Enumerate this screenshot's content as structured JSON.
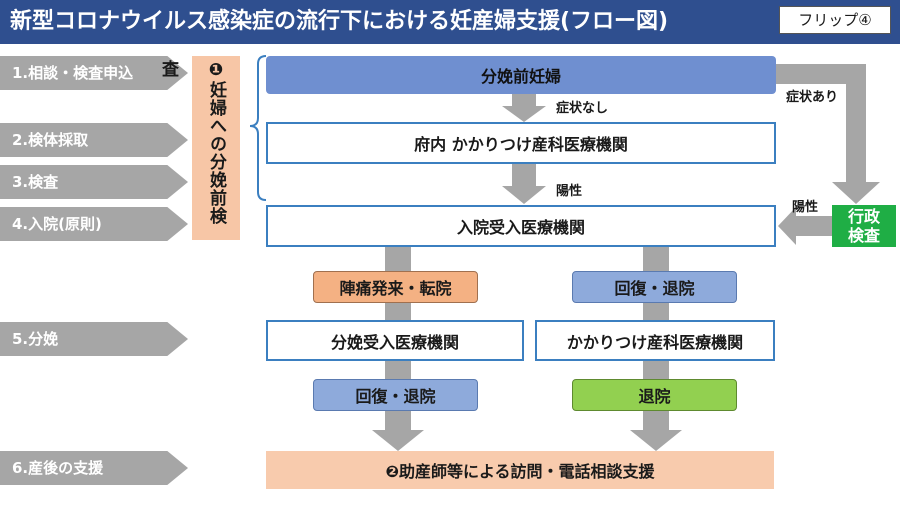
{
  "header": {
    "title": "新型コロナウイルス感染症の流行下における妊産婦支援(フロー図)",
    "flip_label": "フリップ④"
  },
  "steps": [
    {
      "label": "1.相談・検査申込"
    },
    {
      "label": "2.検体採取"
    },
    {
      "label": "3.検査"
    },
    {
      "label": "4.入院(原則)"
    },
    {
      "label": "5.分娩"
    },
    {
      "label": "6.産後の支援"
    }
  ],
  "side_label": "❶妊婦への分娩前検査",
  "nodes": {
    "pregnant": "分娩前妊婦",
    "clinic": "府内 かかりつけ産科医療機関",
    "hospital": "入院受入医療機関",
    "admin_test": "行政\n検査",
    "labor_transfer": "陣痛発来・転院",
    "recovery_left": "回復・退院",
    "delivery_hospital": "分娩受入医療機関",
    "recovery_right": "回復・退院",
    "family_clinic": "かかりつけ産科医療機関",
    "discharge": "退院",
    "support": "❷助産師等による訪問・電話相談支援"
  },
  "edge_labels": {
    "no_symptom": "症状なし",
    "symptom": "症状あり",
    "positive_1": "陽性",
    "positive_2": "陽性"
  },
  "colors": {
    "header_bg": "#2f4f8f",
    "step_arrow": "#a6a6a6",
    "flow_arrow": "#a6a6a6",
    "node_blue": "#6f8fd0",
    "border_blue": "#3b7fc0",
    "green": "#1fae45"
  }
}
